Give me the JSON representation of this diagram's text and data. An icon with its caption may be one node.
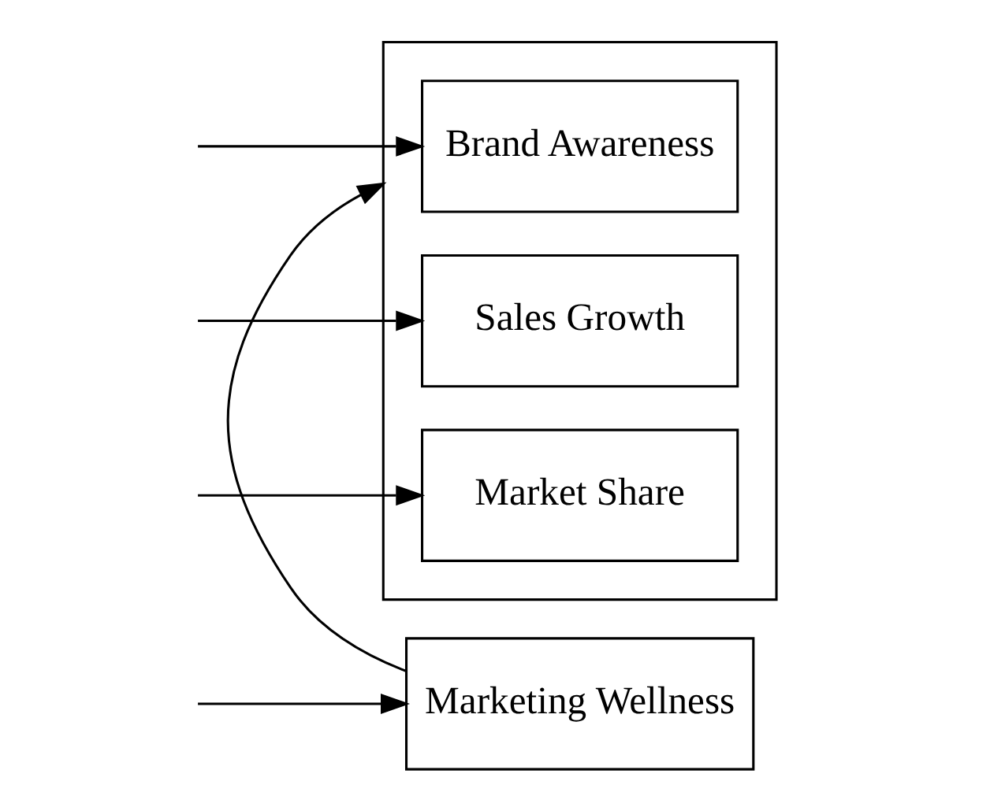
{
  "diagram": {
    "nodes": [
      {
        "text": [
          "Marketing Wellness"
        ]
      },
      {
        "text": [],
        "shape": "box"
      },
      {
        "text": [
          "Brand Awareness"
        ],
        "in": 1
      },
      {
        "text": [
          "Sales Growth"
        ],
        "in": 1
      },
      {
        "text": [
          "Market Share"
        ],
        "in": 1
      }
    ],
    "edges": [
      {
        "from": null,
        "to": 0,
        "arrow": "to"
      },
      {
        "from": 0,
        "to": 1,
        "arrow": "to"
      },
      {
        "from": null,
        "to": 2,
        "arrow": "to"
      },
      {
        "from": null,
        "to": 3,
        "arrow": "to"
      },
      {
        "from": null,
        "to": 4,
        "arrow": "to"
      }
    ]
  }
}
